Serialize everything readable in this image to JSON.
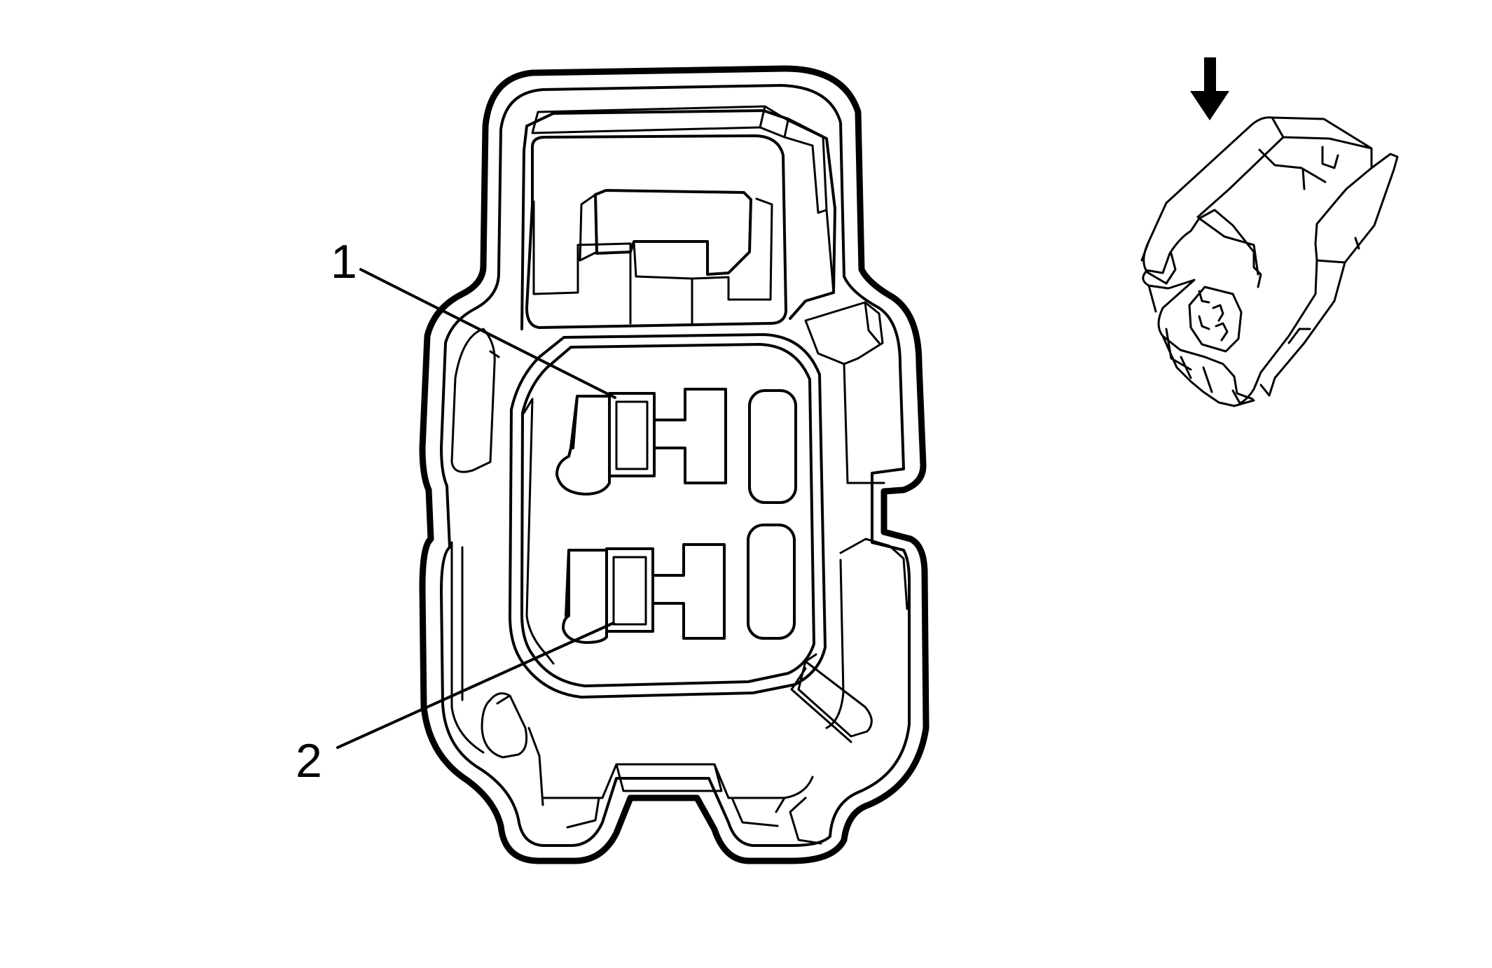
{
  "callouts": [
    {
      "id": "1",
      "label": "1"
    },
    {
      "id": "2",
      "label": "2"
    }
  ],
  "figure": {
    "main_view": "connector-face-view",
    "inset_view": "connector-isometric-view",
    "arrow_icon": "down-arrow-icon"
  },
  "colors": {
    "line": "#000000",
    "background": "#ffffff"
  }
}
